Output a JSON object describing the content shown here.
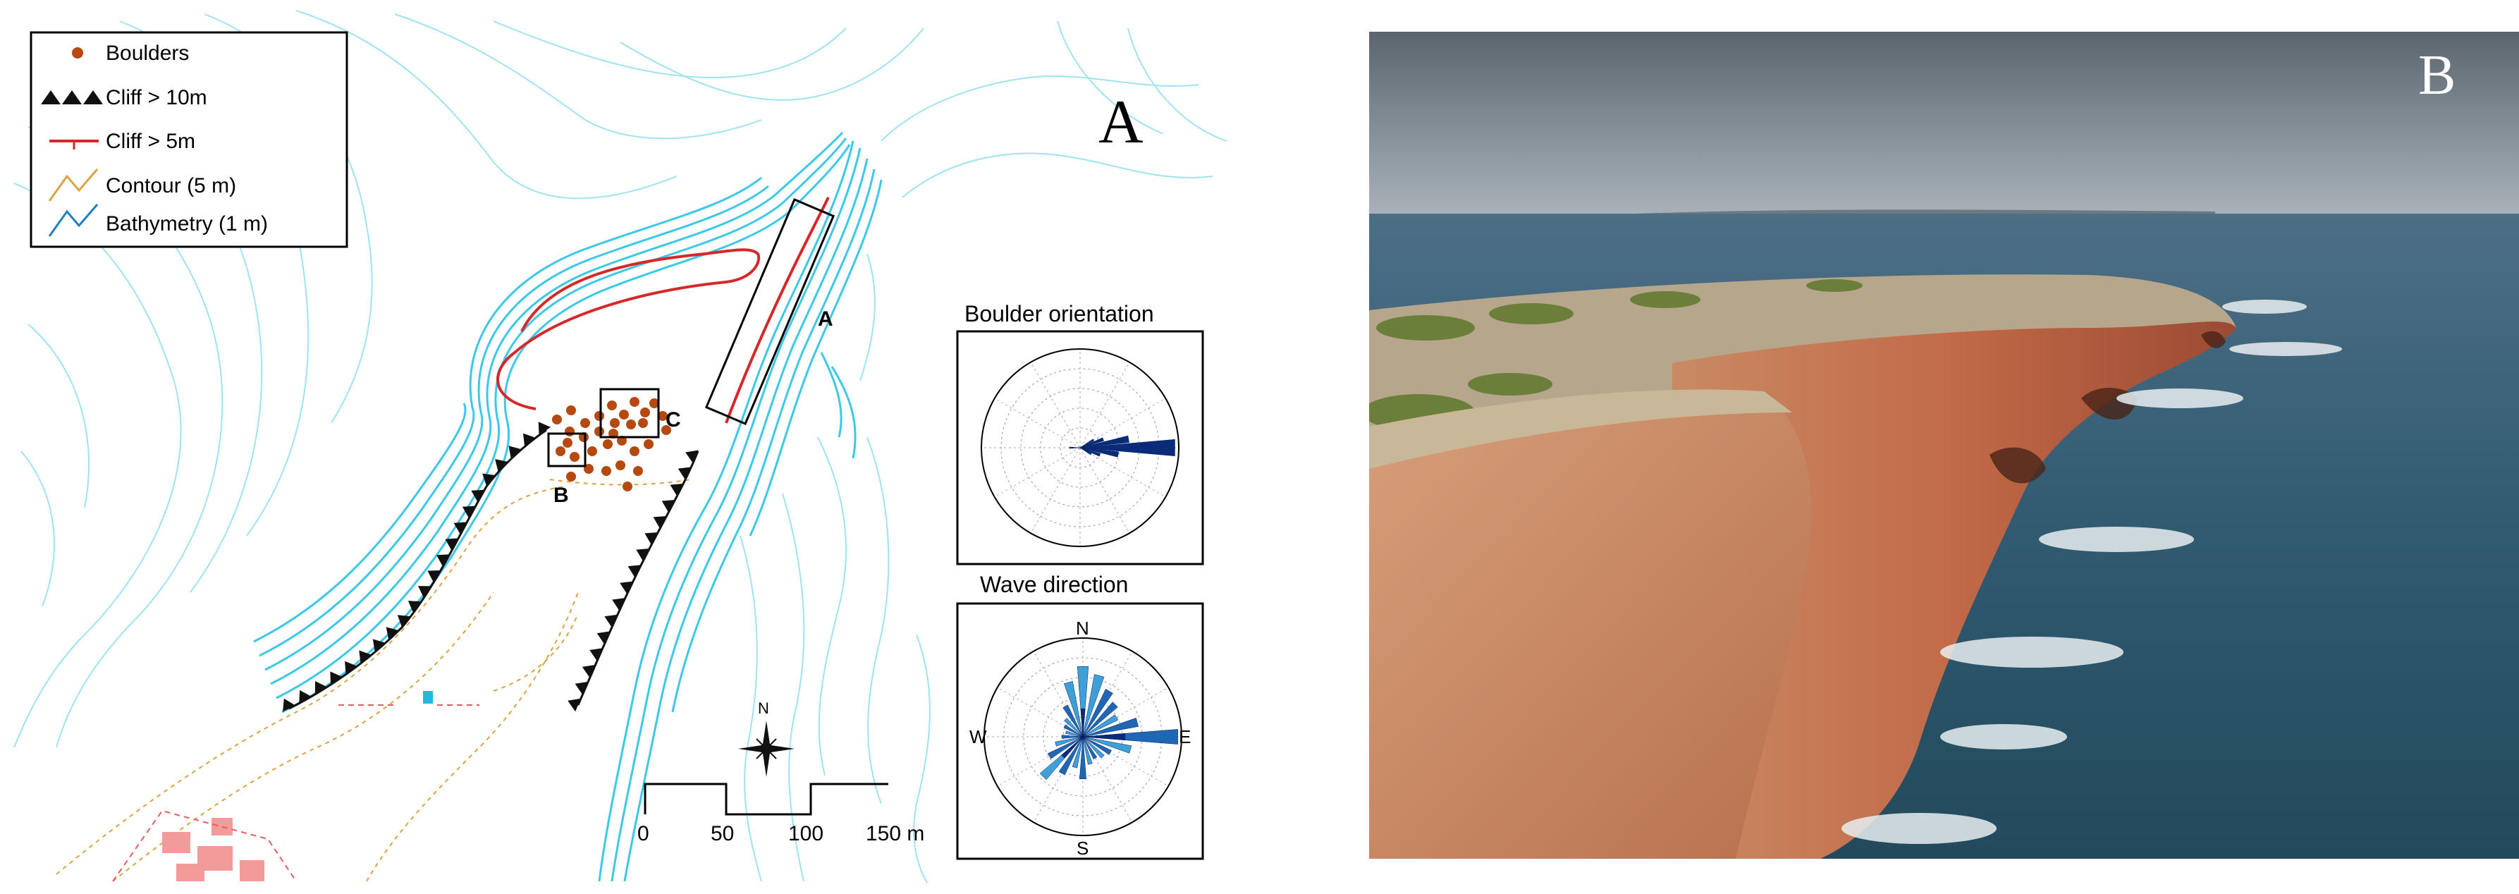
{
  "panel_a": {
    "panel_label": "A",
    "legend": [
      {
        "symbol": "boulder-dot",
        "label": "Boulders"
      },
      {
        "symbol": "cliff-triangles",
        "label": "Cliff > 10m"
      },
      {
        "symbol": "cliff-red-line",
        "label": "Cliff > 5m"
      },
      {
        "symbol": "contour-line",
        "label": "Contour (5 m)"
      },
      {
        "symbol": "bathymetry-line",
        "label": "Bathymetry (1 m)"
      }
    ],
    "box_labels": {
      "a": "A",
      "b": "B",
      "c": "C"
    },
    "north_label": "N",
    "scale_bar": {
      "labels": [
        "0",
        "50",
        "100",
        "150 m"
      ]
    },
    "boulder_orientation": {
      "title": "Boulder orientation",
      "dominant_direction_deg": 90
    },
    "wave_direction": {
      "title": "Wave direction",
      "labels": {
        "n": "N",
        "s": "S",
        "e": "E",
        "w": "W"
      },
      "dominant_direction_deg": 90
    },
    "colors": {
      "boulder": "#b5490f",
      "cliff": "#111111",
      "cliff_5m": "#d62828",
      "contour": "#d9a441",
      "bathymetry": "#3cc8e8",
      "bathymetry_light": "#9fe3f1",
      "urban": "#f39a9a"
    }
  },
  "panel_b": {
    "panel_label": "B"
  }
}
